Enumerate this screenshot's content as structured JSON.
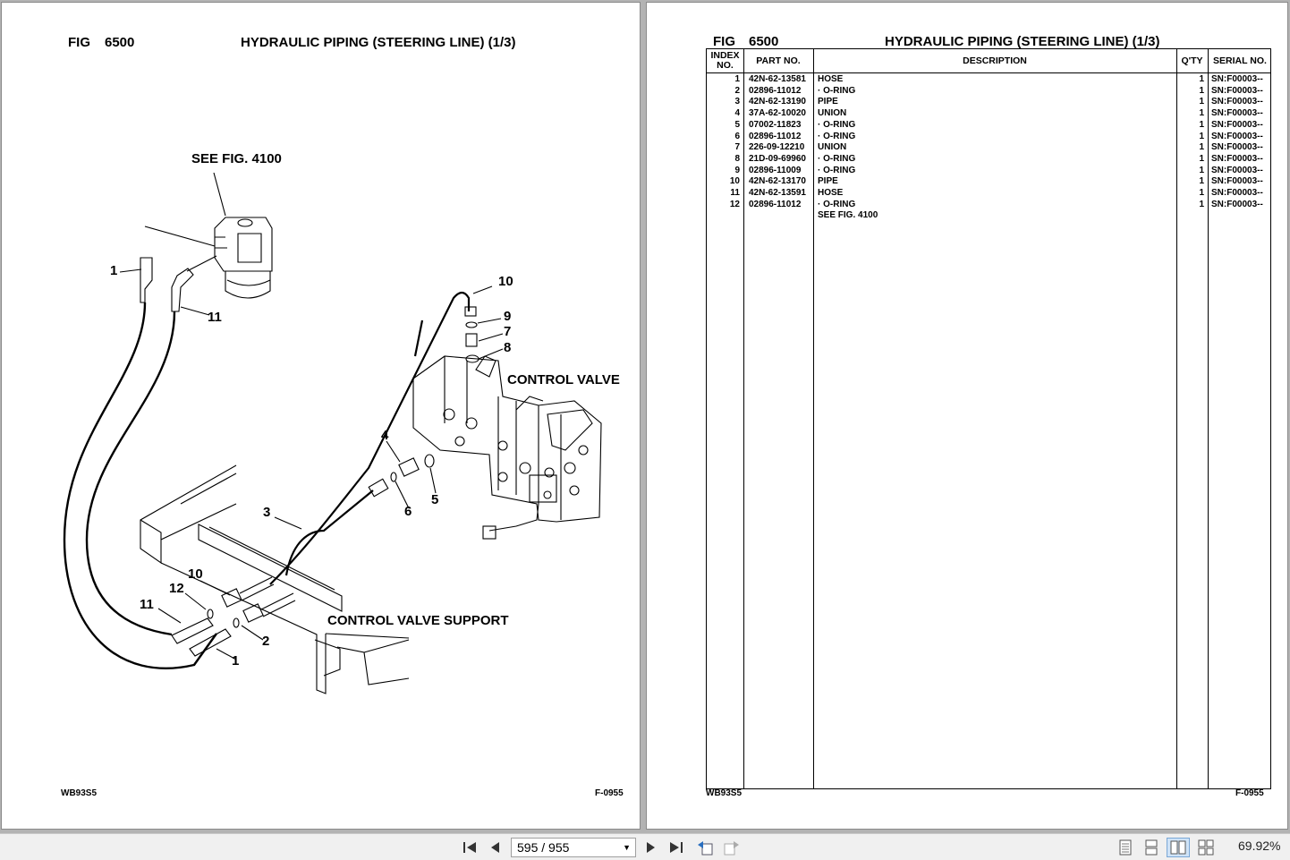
{
  "left_page": {
    "fig_label": "FIG",
    "fig_number": "6500",
    "title": "HYDRAULIC PIPING (STEERING LINE) (1/3)",
    "footer_left": "WB93S5",
    "footer_right": "F-0955",
    "callouts": {
      "see_fig": "SEE FIG. 4100",
      "control_valve": "CONTROL VALVE",
      "control_valve_support": "CONTROL VALVE SUPPORT",
      "n1a": "1",
      "n11a": "11",
      "n10a": "10",
      "n9": "9",
      "n7": "7",
      "n8": "8",
      "n4": "4",
      "n5": "5",
      "n6": "6",
      "n3": "3",
      "n10b": "10",
      "n12": "12",
      "n11b": "11",
      "n2": "2",
      "n1b": "1"
    }
  },
  "right_page": {
    "fig_label": "FIG",
    "fig_number": "6500",
    "title": "HYDRAULIC PIPING (STEERING LINE) (1/3)",
    "footer_left": "WB93S5",
    "footer_right": "F-0955",
    "columns": {
      "index": "INDEX NO.",
      "part": "PART NO.",
      "description": "DESCRIPTION",
      "qty": "Q'TY",
      "serial": "SERIAL NO."
    },
    "rows": [
      {
        "index": "1",
        "part": "42N-62-13581",
        "desc": "HOSE",
        "qty": "1",
        "serial": "SN:F00003--"
      },
      {
        "index": "2",
        "part": "02896-11012",
        "desc": "·  O-RING",
        "qty": "1",
        "serial": "SN:F00003--"
      },
      {
        "index": "3",
        "part": "42N-62-13190",
        "desc": "PIPE",
        "qty": "1",
        "serial": "SN:F00003--"
      },
      {
        "index": "4",
        "part": "37A-62-10020",
        "desc": "UNION",
        "qty": "1",
        "serial": "SN:F00003--"
      },
      {
        "index": "5",
        "part": "07002-11823",
        "desc": "·  O-RING",
        "qty": "1",
        "serial": "SN:F00003--"
      },
      {
        "index": "6",
        "part": "02896-11012",
        "desc": "·  O-RING",
        "qty": "1",
        "serial": "SN:F00003--"
      },
      {
        "index": "7",
        "part": "226-09-12210",
        "desc": "UNION",
        "qty": "1",
        "serial": "SN:F00003--"
      },
      {
        "index": "8",
        "part": "21D-09-69960",
        "desc": "·  O-RING",
        "qty": "1",
        "serial": "SN:F00003--"
      },
      {
        "index": "9",
        "part": "02896-11009",
        "desc": "·  O-RING",
        "qty": "1",
        "serial": "SN:F00003--"
      },
      {
        "index": "10",
        "part": "42N-62-13170",
        "desc": "PIPE",
        "qty": "1",
        "serial": "SN:F00003--"
      },
      {
        "index": "11",
        "part": "42N-62-13591",
        "desc": "HOSE",
        "qty": "1",
        "serial": "SN:F00003--"
      },
      {
        "index": "12",
        "part": "02896-11012",
        "desc": "·  O-RING",
        "qty": "1",
        "serial": "SN:F00003--"
      },
      {
        "index": "",
        "part": "",
        "desc": "SEE FIG. 4100",
        "qty": "",
        "serial": ""
      }
    ]
  },
  "toolbar": {
    "page_indicator": "595 / 955",
    "zoom": "69.92%",
    "icons": [
      "first-page-icon",
      "prev-page-icon",
      "next-page-icon",
      "last-page-icon",
      "go-back-icon",
      "go-forward-icon",
      "single-page-view-icon",
      "continuous-view-icon",
      "facing-view-icon",
      "continuous-facing-view-icon"
    ]
  }
}
